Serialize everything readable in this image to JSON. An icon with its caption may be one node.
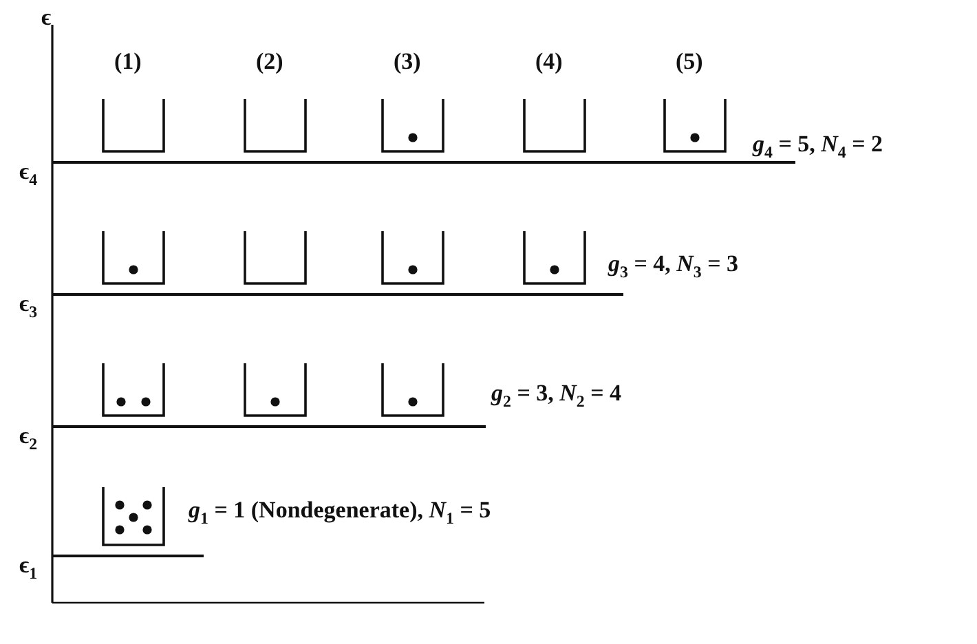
{
  "diagram": {
    "labels": [
      "ϵ",
      "(1)",
      "(2)",
      "(3)",
      "(4)",
      "(5)",
      "*g*$_{4}$ = 5, *N*$_{4}$ = 2",
      "ϵ$_{4}$",
      "*g*$_{3}$ = 4, *N*$_{3}$ = 3",
      "ϵ$_{3}$",
      "*g*$_{2}$ = 3, *N*$_{2}$ = 4",
      "ϵ$_{2}$",
      "*g*$_{1}$ = 1 (Nondegenerate), *N*$_{1}$ = 5",
      "ϵ$_{1}$"
    ]
  }
}
